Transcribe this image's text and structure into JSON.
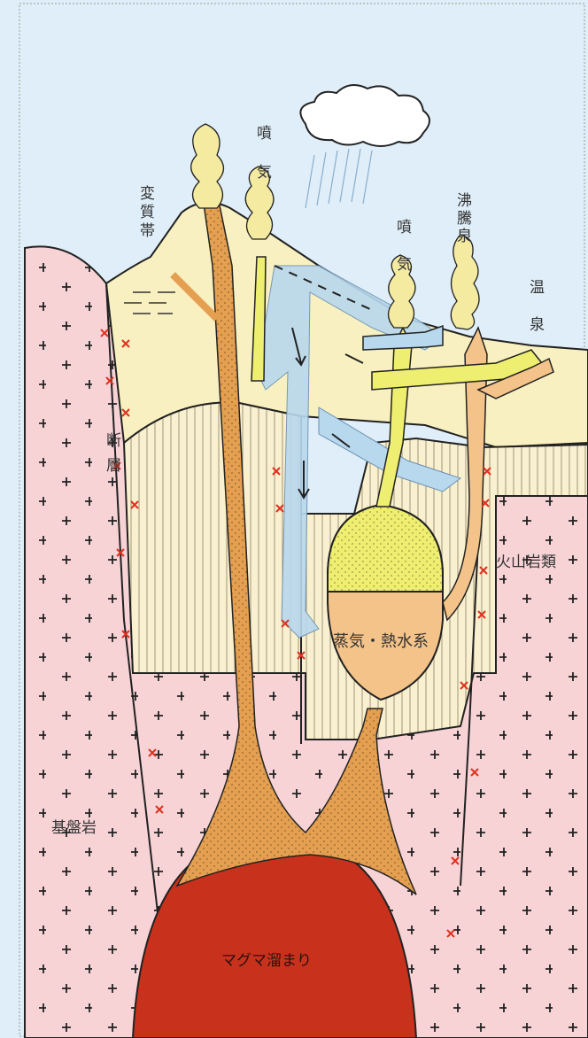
{
  "labels": {
    "alteration_zone": [
      "変",
      "質",
      "帯"
    ],
    "fumarole_left": [
      "噴",
      "気"
    ],
    "fumarole_right": [
      "噴",
      "気"
    ],
    "boiling_spring": [
      "沸",
      "騰",
      "泉"
    ],
    "hot_spring": [
      "温",
      "泉"
    ],
    "fault": [
      "断",
      "層"
    ],
    "volcanic_rocks": "火山岩類",
    "geothermal_system": "蒸気・熱水系",
    "basement_rock": "基盤岩",
    "magma_chamber": "マグマ溜まり"
  },
  "colors": {
    "sky": "#dfeef8",
    "basement": "#f7d3d6",
    "volcanic_layer": "#f9f0cf",
    "surface_layer": "#f8f0c0",
    "magma": "#c8321c",
    "conduit": "#e4a050",
    "steam": "#eeee70",
    "hot_water": "#f3c38a",
    "groundwater_arrow": "#b8d8ee",
    "fracture_mark": "#e0301e"
  }
}
